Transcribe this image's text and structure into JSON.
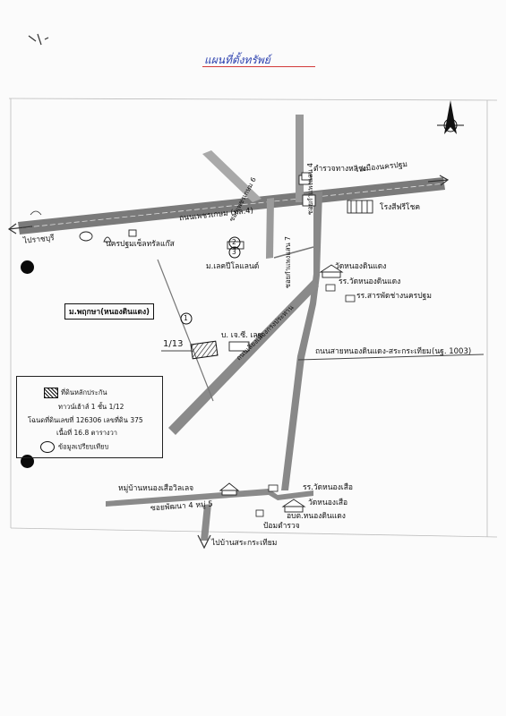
{
  "title": "แผนที่ตั้งทรัพย์",
  "labels": {
    "to_ratchaburi": "ไปราชบุรี",
    "to_nakhon_pathom_city": "ไปเมืองนครปฐม",
    "petchkasem_road": "ถนนเพชรเกษม (ทล.4)",
    "soi_petchkasem_6": "ซอยเพชรเกษม 6",
    "soi_kamphaengsaen_4": "ซอยกำแพงแสน 4",
    "soi_kamphaengsaen_7": "ซอยกำแพงแสน 7",
    "police_station": "ตำรวจทางหลวง",
    "sitthichok_factory": "โรงสีฟรีโชค",
    "nakhon_pathom_cell": "นครปฐมเซ็ลทรัลแก๊ส",
    "m_lake_land": "ม.เลคปีโลแลนด์",
    "wat_nong_din_daeng": "วัดหนองดินแดง",
    "school_wat_nong_din_daeng": "รร.วัดหนองดินแดง",
    "school_sarapat": "รร.สารพัดช่างนครปฐม",
    "university": "ม.พฤกษา(หนองดินแดง)",
    "bjc_company": "บ. เจ.ซี. เลซ",
    "alt_road": "ถนนเลี่ยงเมืองกรงประทาน",
    "nong_din_daeng_road": "ถนนสายหนองดินแดง-สระกระเทียม",
    "road_code": "(นฐ. 1003)",
    "plot_no": "1/13",
    "village": "หมู่บ้านหนองเสือวิลเลจ",
    "soi_phatthana": "ซอยพัฒนา 4 หมู่ 5",
    "school_wat_nong_suea": "รร.วัดหนองเสือ",
    "wat_nong_suea": "วัดหนองเสือ",
    "police_box": "ป้อมตำรวจ",
    "tambon_office": "อบต.หนองดินแดง",
    "to_ban_sa_krathiam": "ไปบ้านสระกระเทียม"
  },
  "markers": {
    "m1": "1",
    "m2": "2",
    "m3": "3"
  },
  "legend": {
    "line1": "ที่ดินหลักประกัน",
    "line2": "ทาวน์เฮ้าส์ 1 ชั้น 1/12",
    "line3": "โฉนดที่ดินเลขที่ 126306 เลขที่ดิน 375",
    "line4": "เนื้อที่ 16.8 ตารางวา",
    "line5": "ข้อมูลเปรียบเทียบ"
  },
  "colors": {
    "title": "#2a3fae",
    "title_underline": "#d23b3b",
    "road": "#6a6a6a"
  },
  "icons": [
    "north-arrow-icon",
    "hatch-plot-icon",
    "comparison-circle-icon",
    "temple-icon",
    "building-icon",
    "gas-station-icon"
  ]
}
